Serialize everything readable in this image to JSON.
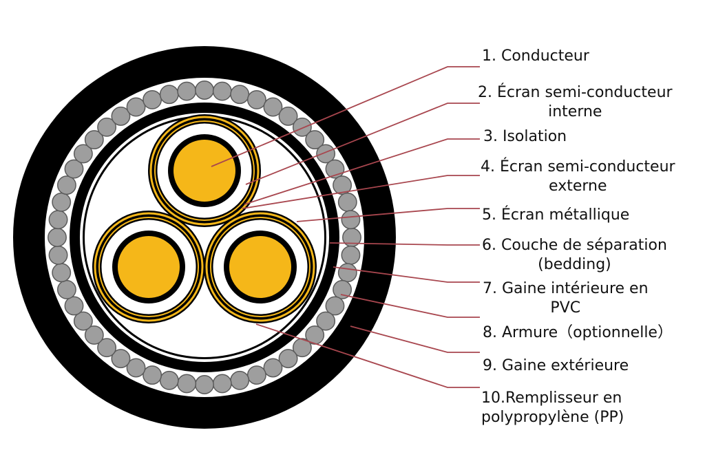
{
  "title": "Coupe transversale de câble triphasé armé",
  "colors": {
    "conductor": "#f5b719",
    "black": "#000000",
    "armor_wire": "#9e9e9e",
    "armor_wire_stroke": "#5a5a5a",
    "leader_line": "#a8464e",
    "background": "#ffffff"
  },
  "labels": [
    {
      "id": 1,
      "line1": "1. Conducteur",
      "line2": ""
    },
    {
      "id": 2,
      "line1": "2. Écran semi-conducteur",
      "line2": "interne"
    },
    {
      "id": 3,
      "line1": "3. Isolation",
      "line2": ""
    },
    {
      "id": 4,
      "line1": "4. Écran semi-conducteur",
      "line2": "externe"
    },
    {
      "id": 5,
      "line1": "5. Écran métallique",
      "line2": ""
    },
    {
      "id": 6,
      "line1": "6. Couche de séparation",
      "line2": "(bedding)"
    },
    {
      "id": 7,
      "line1": "7. Gaine intérieure en",
      "line2": "PVC"
    },
    {
      "id": 8,
      "line1": "8. Armure（optionnelle）",
      "line2": ""
    },
    {
      "id": 9,
      "line1": "9. Gaine extérieure",
      "line2": ""
    },
    {
      "id": 10,
      "line1": "10.Remplisseur en",
      "line2": "polypropylène (PP)"
    }
  ]
}
